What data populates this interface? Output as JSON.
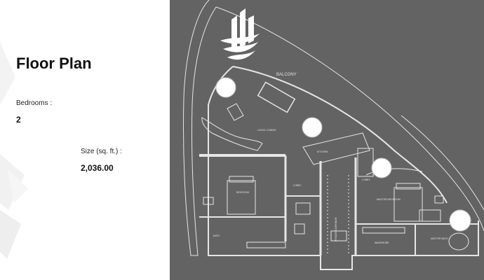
{
  "slide": {
    "title": "Floor Plan",
    "bedrooms_label": "Bedrooms :",
    "bedrooms_value": "2",
    "size_label": "Size (sq. ft.) :",
    "size_value": "2,036.00"
  },
  "floor_plan": {
    "balcony": "BALCONY",
    "living_dining": "LIVING / DINING",
    "kitchen": "KITCHEN",
    "bedroom": "BEDROOM",
    "master_bedroom": "MASTER BEDROOM",
    "lobby": "LOBBY",
    "lobby_2": "LOBBY",
    "bath": "BATH",
    "master_bath": "MASTER BATH",
    "wardrobe": "WARDROBE",
    "corridor": "PRIVATE CORRIDOR"
  },
  "colors": {
    "plan_background": "#636363",
    "plan_lines": "#e6e6e6"
  }
}
